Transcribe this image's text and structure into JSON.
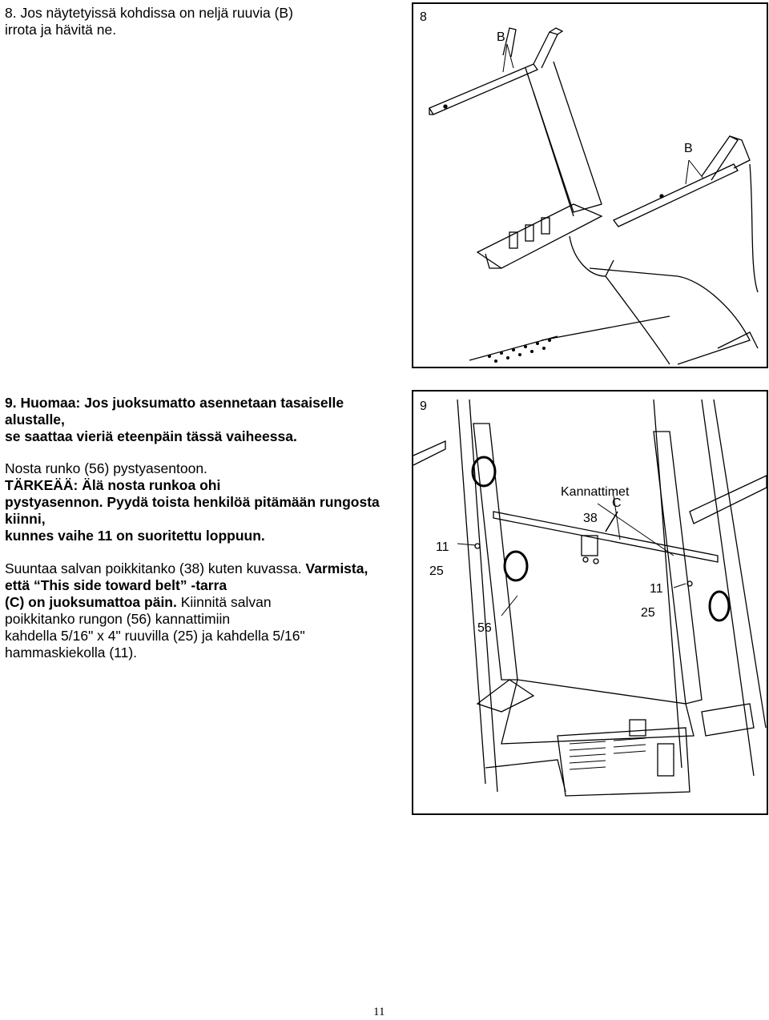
{
  "step8": {
    "text_line1": "8. Jos näytetyissä kohdissa on neljä ruuvia (B)",
    "text_line2": "irrota ja hävitä ne.",
    "figure": {
      "number": "8",
      "label_b_upper": "B",
      "label_b_lower": "B"
    }
  },
  "step9": {
    "warning_line1": "9. Huomaa: Jos juoksumatto asennetaan tasaiselle",
    "warning_line2": "alustalle,",
    "warning_line3": "se saattaa vieriä eteenpäin tässä vaiheessa.",
    "para1_line1": "Nosta runko (56) pystyasentoon.",
    "para1_line2": "TÄRKEÄÄ: Älä nosta runkoa ohi",
    "para1_line3": "pystyasennon.",
    "para1_line3b": " Pyydä toista henkilöä pitämään rungosta",
    "para1_line4": "kiinni,",
    "para1_line5": "kunnes vaihe 11 on suoritettu loppuun.",
    "para2_line1a": "Suuntaa salvan poikkitanko (38) kuten kuvassa.",
    "para2_line1b": " Varmista,",
    "para2_line2": "että “This side toward belt” -tarra",
    "para2_line3a": "(C) on juoksumattoa päin.",
    "para2_line3b": " Kiinnitä salvan",
    "para2_line4": "poikkitanko rungon (56) kannattimiin",
    "para2_line5": "kahdella 5/16\" x 4\" ruuvilla (25) ja kahdella 5/16\"",
    "para2_line6": "hammaskiekolla (11).",
    "figure": {
      "number": "9",
      "label_kannattimet": "Kannattimet",
      "label_c": "C",
      "label_38": "38",
      "label_11_left": "11",
      "label_25_left": "25",
      "label_56": "56",
      "label_11_right": "11",
      "label_25_right": "25"
    }
  },
  "page_number": "11"
}
